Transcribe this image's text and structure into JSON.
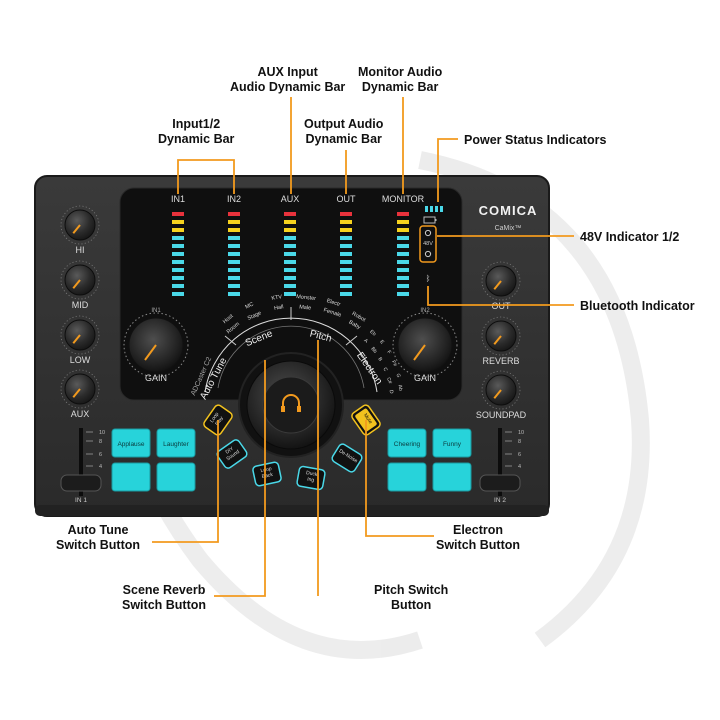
{
  "callouts": {
    "input12": [
      "Input1/2",
      "Dynamic Bar"
    ],
    "aux": [
      "AUX Input",
      "Audio Dynamic Bar"
    ],
    "output": [
      "Output Audio",
      "Dynamic Bar"
    ],
    "monitor": [
      "Monitor Audio",
      "Dynamic Bar"
    ],
    "power": "Power Status Indicators",
    "v48": "48V Indicator 1/2",
    "bluetooth": "Bluetooth Indicator",
    "autotune": [
      "Auto Tune",
      "Switch Button"
    ],
    "electron": [
      "Electron",
      "Switch Button"
    ],
    "scene": [
      "Scene Reverb",
      "Switch Button"
    ],
    "pitch": [
      "Pitch Switch",
      "Button"
    ]
  },
  "device": {
    "brand": "COMICA",
    "model": "CaMix™",
    "series": "ADCaster C2",
    "meter_labels": [
      "IN1",
      "IN2",
      "AUX",
      "OUT",
      "MONITOR"
    ],
    "left_knobs": [
      "HI",
      "MID",
      "LOW",
      "AUX"
    ],
    "right_knobs": [
      "OUT",
      "REVERB",
      "SOUNDPAD"
    ],
    "gain_left": "GAIN",
    "gain_left_tag": "IN1",
    "gain_right": "GAIN",
    "gain_right_tag": "IN2",
    "mode_labels": [
      "Auto Tune",
      "Scene",
      "Pitch",
      "Electron"
    ],
    "scene_items": [
      "Host",
      "Room",
      "MC",
      "Stage",
      "KTV",
      "Hall"
    ],
    "pitch_items": [
      "Monster",
      "Male",
      "Electr",
      "Female",
      "Robot",
      "Baby"
    ],
    "electron_keys": [
      "Eb",
      "E",
      "F",
      "F#",
      "G",
      "Ab",
      "A",
      "Bb",
      "B",
      "C",
      "C#",
      "D"
    ],
    "arc_buttons": [
      "Loop Play",
      "DIY Sound",
      "Loop Back",
      "Duck Ing",
      "De-Noise",
      "Mute"
    ],
    "pads_left": [
      "Applause",
      "Laughter"
    ],
    "pads_right": [
      "Cheering",
      "Funny"
    ],
    "v48_label": "48V",
    "slider_left": "IN 1",
    "slider_right": "IN 2",
    "slider_ticks": [
      "10",
      "8",
      "6",
      "4"
    ]
  }
}
